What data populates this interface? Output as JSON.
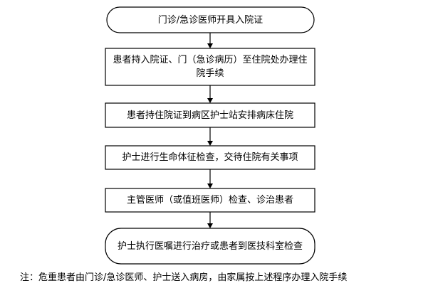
{
  "flowchart": {
    "steps": [
      {
        "text": "门诊/急诊医师开具入院证"
      },
      {
        "text": "患者持入院证、门（急诊病历）至住院处办理住院手续"
      },
      {
        "text": "患者持住院证到病区护士站安排病床住院"
      },
      {
        "text": "护士进行生命体征检查，交待住院有关事项"
      },
      {
        "text": "主管医师（或值班医师）检查、诊治患者"
      },
      {
        "text": "护士执行医嘱进行治疗或患者到医技科室检查"
      }
    ],
    "note": "注：危重患者由门诊/急诊医师、护士送入病房，由家属按上述程序办理入院手续"
  }
}
